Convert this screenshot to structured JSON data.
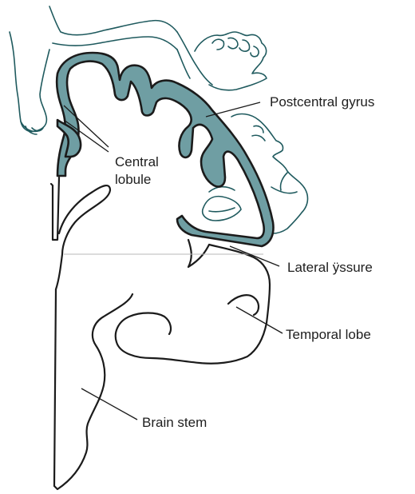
{
  "labels": {
    "postcentral_gyrus": "Postcentral gyrus",
    "central_lobule_line1": "Central",
    "central_lobule_line2": "lobule",
    "lateral_fissure": "Lateral ÿssure",
    "temporal_lobe": "Temporal lobe",
    "brain_stem": "Brain stem"
  },
  "colors": {
    "cortex": "#6f9ea3",
    "homunculus_outline": "#1f5a5e",
    "outline": "#1b1b1b",
    "text": "#1e1e1e"
  }
}
